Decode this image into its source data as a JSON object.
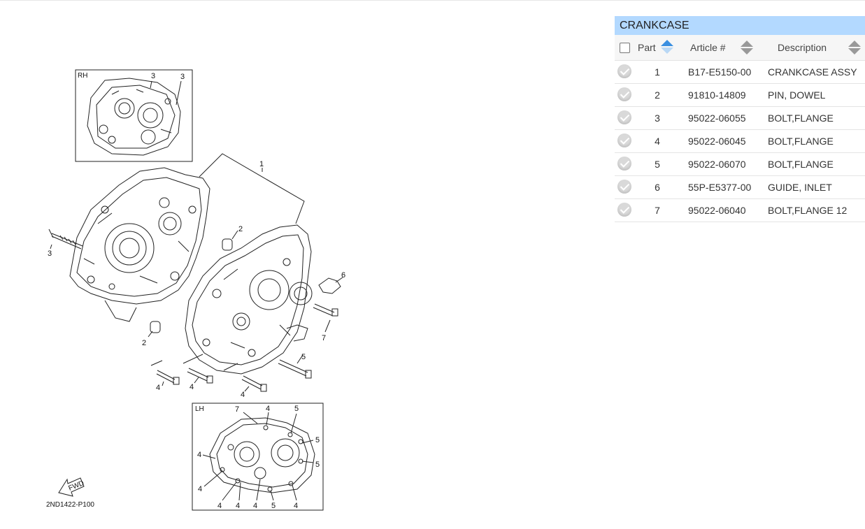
{
  "diagram": {
    "inset_rh_label": "RH",
    "inset_lh_label": "LH",
    "fwd_label": "FWD",
    "code": "2ND1422-P100",
    "callouts": {
      "one": "1",
      "two": "2",
      "three": "3",
      "four": "4",
      "five": "5",
      "six": "6",
      "seven": "7"
    }
  },
  "table": {
    "title": "CRANKCASE",
    "columns": {
      "part": "Part",
      "article": "Article #",
      "description": "Description"
    },
    "rows": [
      {
        "part": "1",
        "article": "B17-E5150-00",
        "description": "CRANKCASE ASSY"
      },
      {
        "part": "2",
        "article": "91810-14809",
        "description": "PIN, DOWEL"
      },
      {
        "part": "3",
        "article": "95022-06055",
        "description": "BOLT,FLANGE"
      },
      {
        "part": "4",
        "article": "95022-06045",
        "description": "BOLT,FLANGE"
      },
      {
        "part": "5",
        "article": "95022-06070",
        "description": "BOLT,FLANGE"
      },
      {
        "part": "6",
        "article": "55P-E5377-00",
        "description": "GUIDE, INLET"
      },
      {
        "part": "7",
        "article": "95022-06040",
        "description": "BOLT,FLANGE 12"
      }
    ]
  },
  "colors": {
    "header_bg": "#b3d9ff",
    "sort_active": "#3a8fe0",
    "check_bg": "#d9d9d9"
  }
}
